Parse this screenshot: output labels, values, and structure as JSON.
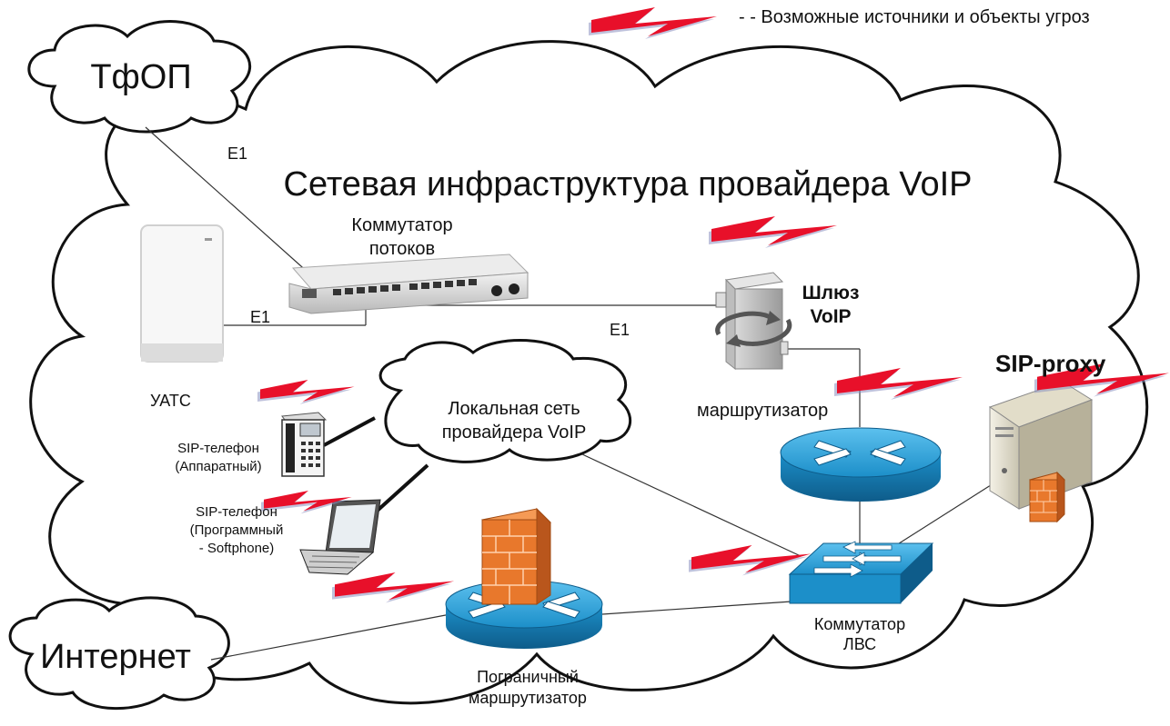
{
  "legend": {
    "text": "- - Возможные источники и объекты угроз",
    "bolt_color": "#e8102a",
    "bolt_shadow": "#8a8fc0"
  },
  "title": "Сетевая инфраструктура провайдера VoIP",
  "clouds": {
    "pstn": "ТфОП",
    "internet": "Интернет",
    "local_net": {
      "line1": "Локальная сеть",
      "line2": "провайдера VoIP"
    }
  },
  "links": {
    "e1_top": "E1",
    "e1_left": "E1",
    "e1_right": "E1"
  },
  "devices": {
    "stream_switch": {
      "line1": "Коммутатор",
      "line2": "потоков"
    },
    "pbx": "УАТС",
    "voip_gateway": {
      "line1": "Шлюз",
      "line2": "VoIP"
    },
    "router": "маршрутизатор",
    "sip_proxy": "SIP-proxy",
    "sip_phone_hw": {
      "line1": "SIP-телефон",
      "line2": "(Аппаратный)"
    },
    "sip_phone_sw": {
      "line1": "SIP-телефон",
      "line2": "(Программный",
      "line3": "- Softphone)"
    },
    "lan_switch": {
      "line1": "Коммутатор",
      "line2": "ЛВС"
    },
    "border_router": {
      "line1": "Пограничный",
      "line2": "маршрутизатор"
    }
  },
  "colors": {
    "router_blue": "#1c8fc9",
    "router_dark": "#0e5c8a",
    "firewall": "#e8782c",
    "line": "#333333"
  }
}
